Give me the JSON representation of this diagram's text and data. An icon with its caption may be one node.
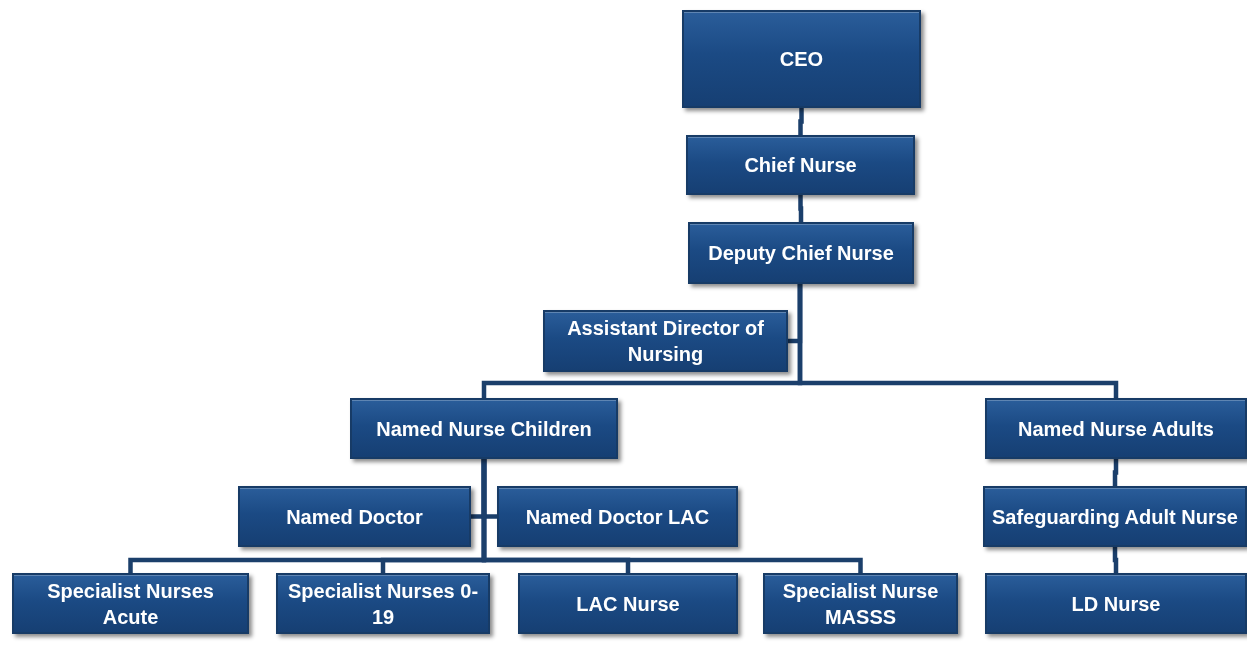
{
  "diagram": {
    "nodes": [
      {
        "text": [
          "CEO"
        ]
      },
      {
        "text": [
          "Chief Nurse"
        ]
      },
      {
        "text": [
          "Deputy Chief Nurse"
        ]
      },
      {
        "text": [
          "Assistant Director of Nursing"
        ]
      },
      {
        "text": [
          "Named Nurse Children"
        ]
      },
      {
        "text": [
          "Named Nurse Adults"
        ]
      },
      {
        "text": [
          "Named Doctor"
        ]
      },
      {
        "text": [
          "Named Doctor LAC"
        ]
      },
      {
        "text": [
          "Safeguarding Adult Nurse"
        ]
      },
      {
        "text": [
          "Specialist Nurses Acute"
        ]
      },
      {
        "text": [
          "Specialist Nurses 0-19"
        ]
      },
      {
        "text": [
          "LAC Nurse"
        ]
      },
      {
        "text": [
          "Specialist Nurse MASSS"
        ]
      },
      {
        "text": [
          "LD Nurse"
        ]
      }
    ],
    "edges": [
      {
        "from": 0,
        "to": 1,
        "arrow": "none"
      },
      {
        "from": 1,
        "to": 2,
        "arrow": "none"
      },
      {
        "from": 2,
        "to": 3,
        "arrow": "none"
      },
      {
        "from": 2,
        "to": 4,
        "arrow": "none"
      },
      {
        "from": 2,
        "to": 5,
        "arrow": "none"
      },
      {
        "from": 4,
        "to": 6,
        "arrow": "none"
      },
      {
        "from": 4,
        "to": 7,
        "arrow": "none"
      },
      {
        "from": 4,
        "to": 9,
        "arrow": "none"
      },
      {
        "from": 4,
        "to": 10,
        "arrow": "none"
      },
      {
        "from": 4,
        "to": 11,
        "arrow": "none"
      },
      {
        "from": 4,
        "to": 12,
        "arrow": "none"
      },
      {
        "from": 5,
        "to": 8,
        "arrow": "none"
      },
      {
        "from": 8,
        "to": 13,
        "arrow": "none"
      }
    ]
  }
}
